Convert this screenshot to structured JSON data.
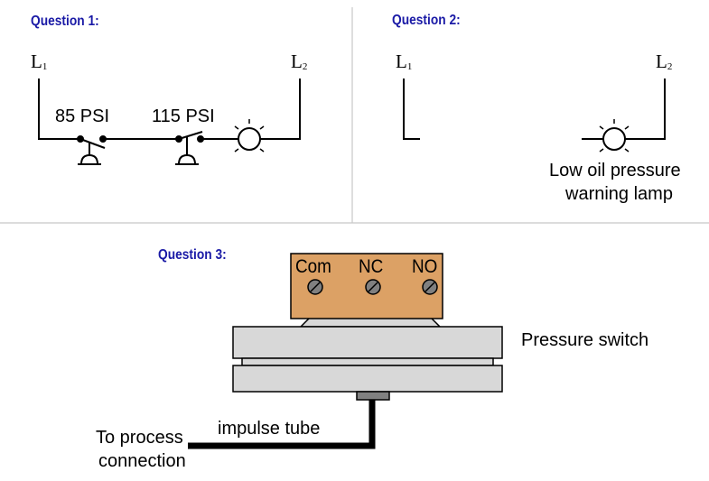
{
  "question1": {
    "title": "Question 1:",
    "l1_letter": "L",
    "l1_sub": "1",
    "l2_letter": "L",
    "l2_sub": "2",
    "switch1_label": "85 PSI",
    "switch2_label": "115 PSI"
  },
  "question2": {
    "title": "Question 2:",
    "l1_letter": "L",
    "l1_sub": "1",
    "l2_letter": "L",
    "l2_sub": "2",
    "lamp_label_line1": "Low oil pressure",
    "lamp_label_line2": "warning lamp"
  },
  "question3": {
    "title": "Question 3:",
    "terminals": [
      "Com",
      "NC",
      "NO"
    ],
    "device_label": "Pressure switch",
    "tube_label": "impulse tube",
    "process_label_line1": "To process",
    "process_label_line2": "connection"
  },
  "colors": {
    "title": "#1a1aa6",
    "terminal_block": "#dca165",
    "switch_body": "#d8d8d8",
    "port": "#808080",
    "divider": "#c8c8c8"
  }
}
